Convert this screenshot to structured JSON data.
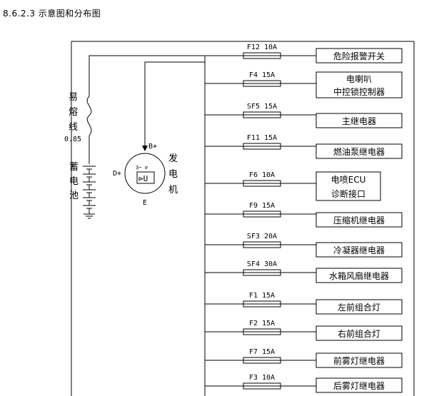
{
  "section_heading": "8.6.2.3 示意图和分布图",
  "fusible_link": {
    "chars": [
      "易",
      "熔",
      "线"
    ],
    "value": "0.85"
  },
  "battery": {
    "chars": [
      "蓄",
      "电",
      "池"
    ]
  },
  "generator": {
    "chars": [
      "发",
      "电",
      "机"
    ],
    "b_terminal": "B+",
    "d_terminal": "D+",
    "e_terminal": "E",
    "inner_symbol": "⊳U",
    "inner_small": "3~ ∅"
  },
  "circuits": [
    {
      "fuse": "F12  10A",
      "load": [
        "危险报警开关"
      ]
    },
    {
      "fuse": "F4  15A",
      "load": [
        "电喇叭",
        "中控锁控制器"
      ]
    },
    {
      "fuse": "SF5  15A",
      "load": [
        "主继电器"
      ]
    },
    {
      "fuse": "F11  15A",
      "load": [
        "燃油泵继电器"
      ]
    },
    {
      "fuse": "F6  10A",
      "load": [
        "电喷ECU",
        "诊断接口"
      ]
    },
    {
      "fuse": "F9  15A",
      "load": [
        "压缩机继电器"
      ]
    },
    {
      "fuse": "SF3  20A",
      "load": [
        "冷凝器继电器"
      ]
    },
    {
      "fuse": "SF4  30A",
      "load": [
        "水箱风扇继电器"
      ]
    },
    {
      "fuse": "F1  15A",
      "load": [
        "左前组合灯"
      ]
    },
    {
      "fuse": "F2  15A",
      "load": [
        "右前组合灯"
      ]
    },
    {
      "fuse": "F7  15A",
      "load": [
        "前雾灯继电器"
      ]
    },
    {
      "fuse": "F3  10A",
      "load": [
        "后雾灯继电器"
      ]
    }
  ]
}
